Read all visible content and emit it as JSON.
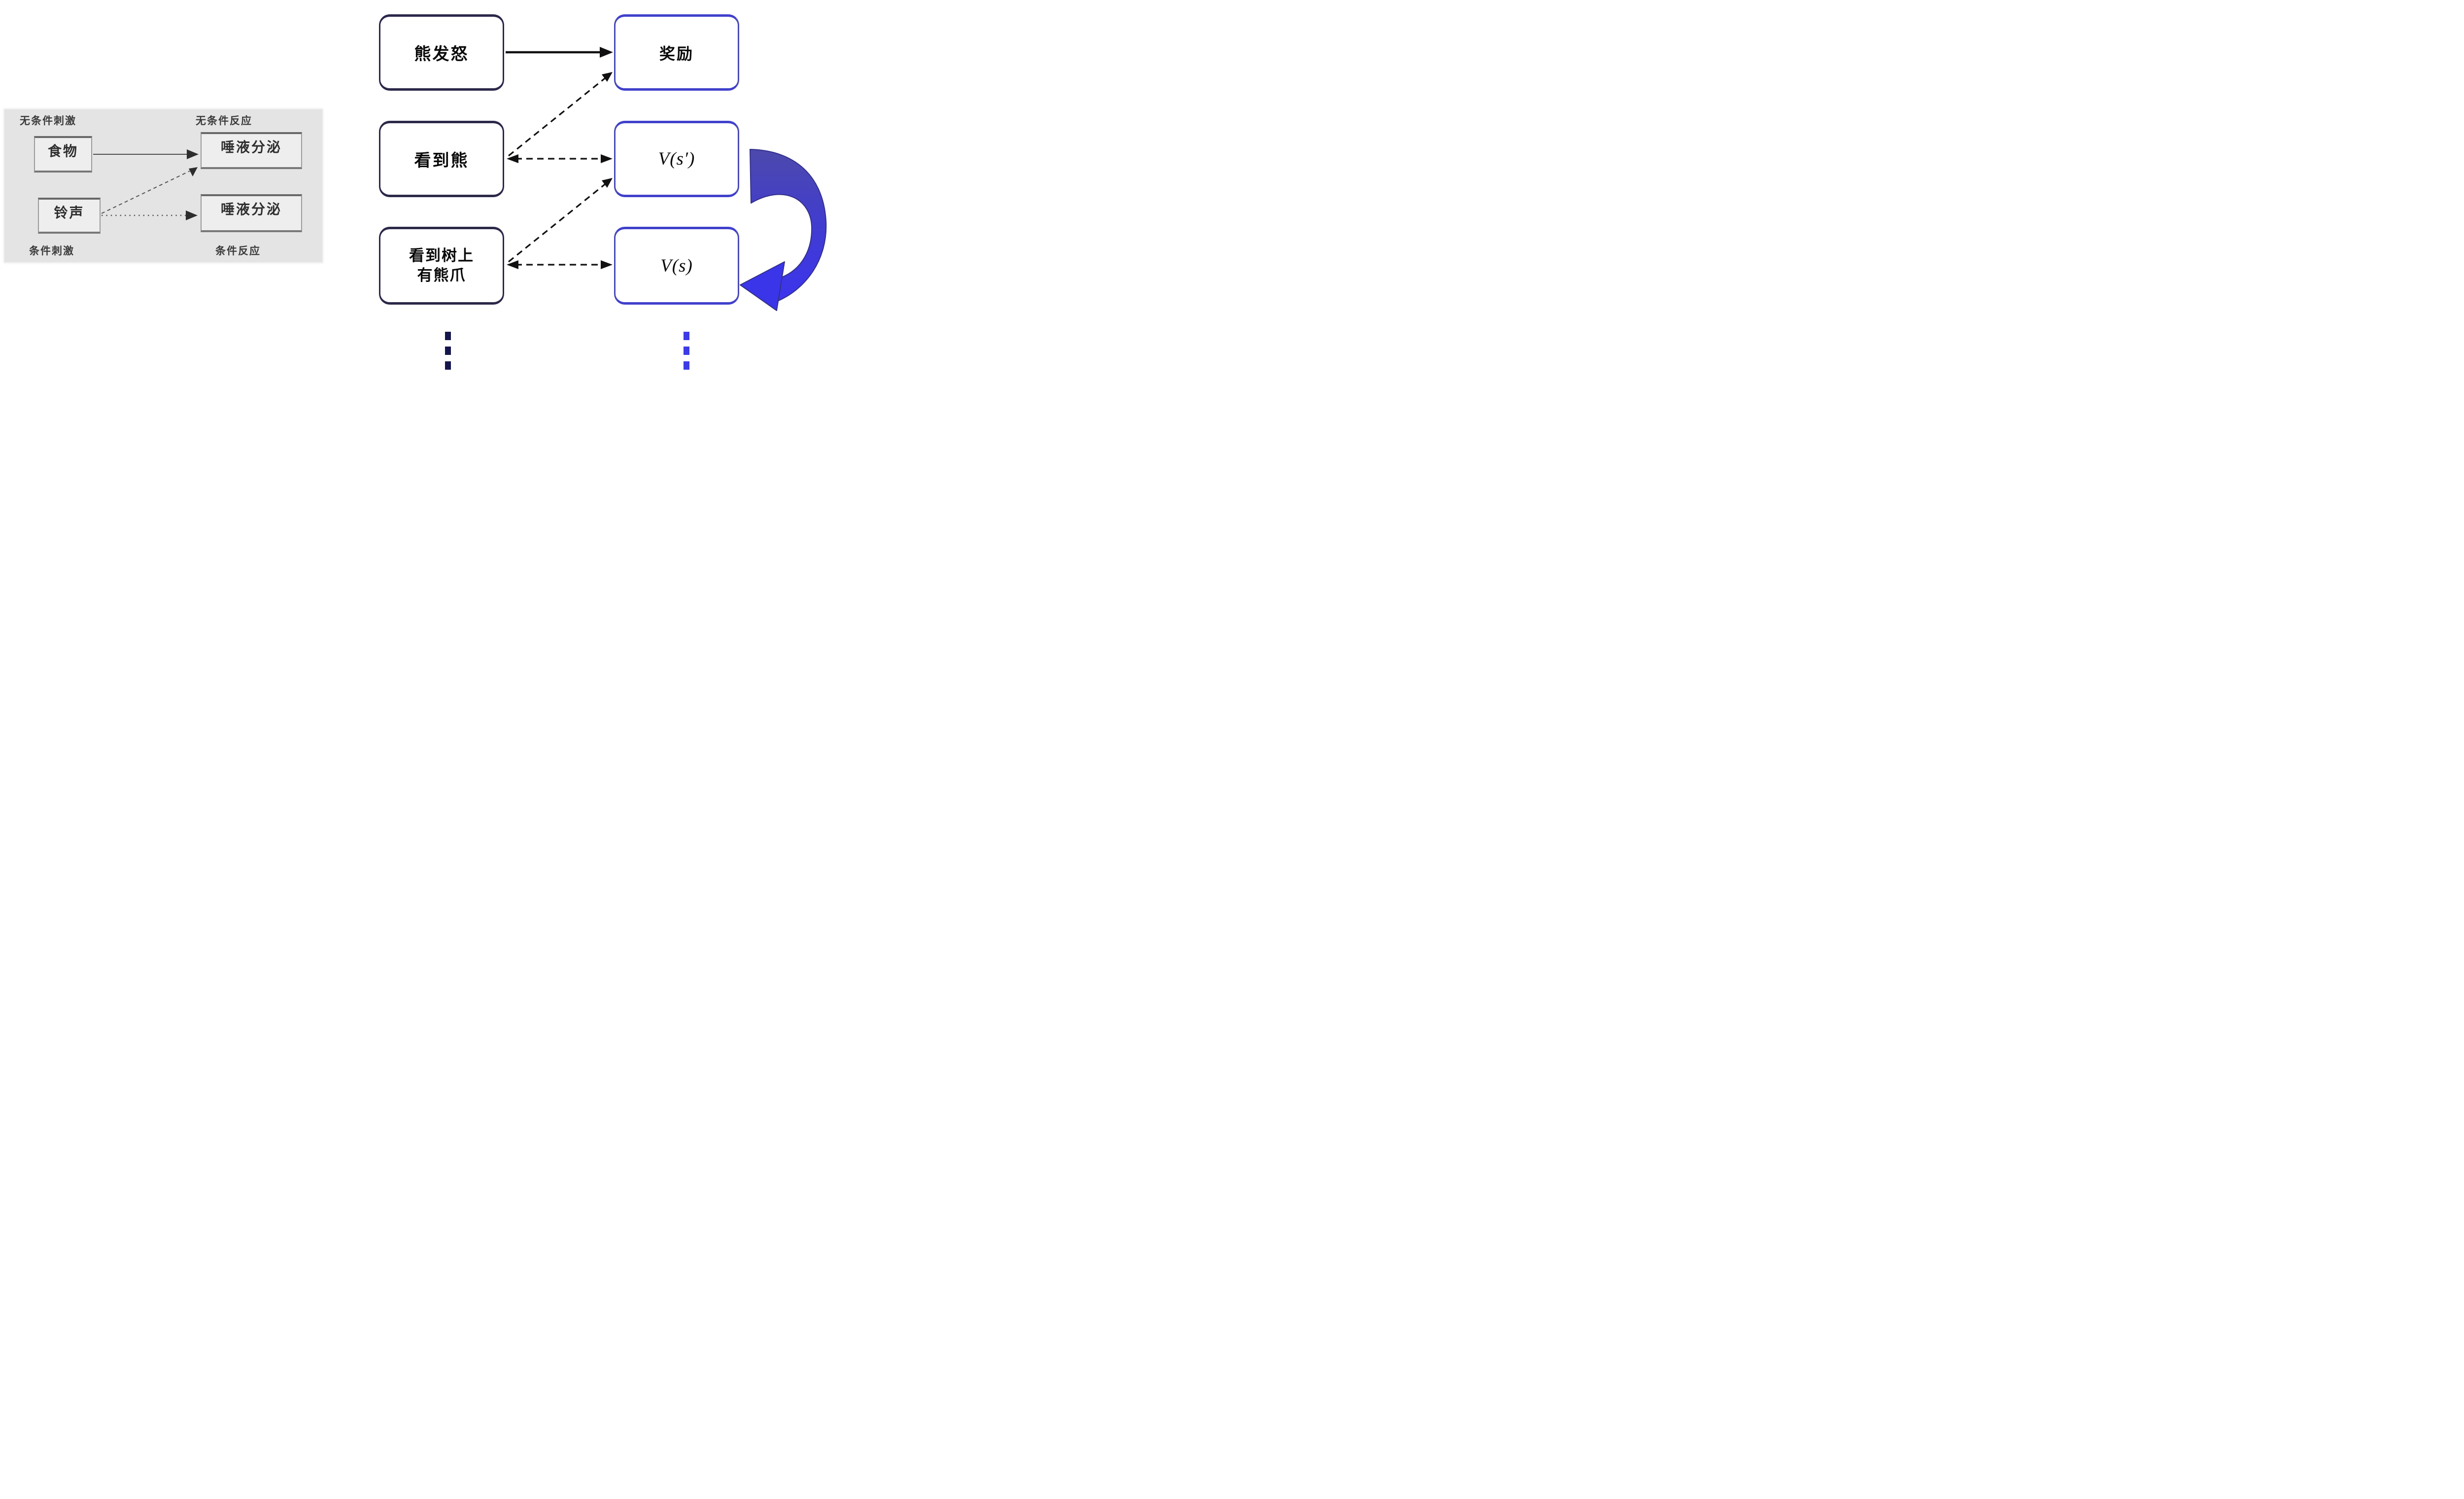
{
  "figure": {
    "left_panel": {
      "label_unconditioned_stimulus": "无条件刺激",
      "label_unconditioned_response": "无条件反应",
      "label_conditioned_stimulus": "条件刺激",
      "label_conditioned_response": "条件反应",
      "box_food": "食物",
      "box_salivation_unconditioned": "唾液分泌",
      "box_bell": "铃声",
      "box_salivation_conditioned": "唾液分泌"
    },
    "right_panel": {
      "row1": {
        "stimulus": "熊发怒",
        "value": "奖励"
      },
      "row2": {
        "stimulus": "看到熊",
        "value": "V(s′)"
      },
      "row3": {
        "stimulus_line1": "看到树上",
        "stimulus_line2": "有熊爪",
        "value": "V(s)"
      }
    },
    "colors": {
      "panel_background": "#e4e4e4",
      "left_box_border": "#2b2849",
      "right_box_border": "#4a4ab8",
      "black_arrow": "#111111",
      "gray_arrow": "#4f4f4f",
      "loop_arrow_top": "#4c49ac",
      "loop_arrow_bottom": "#3b34ef",
      "ellipsis_left": "#15154d",
      "ellipsis_right": "#3c3ce6"
    }
  }
}
